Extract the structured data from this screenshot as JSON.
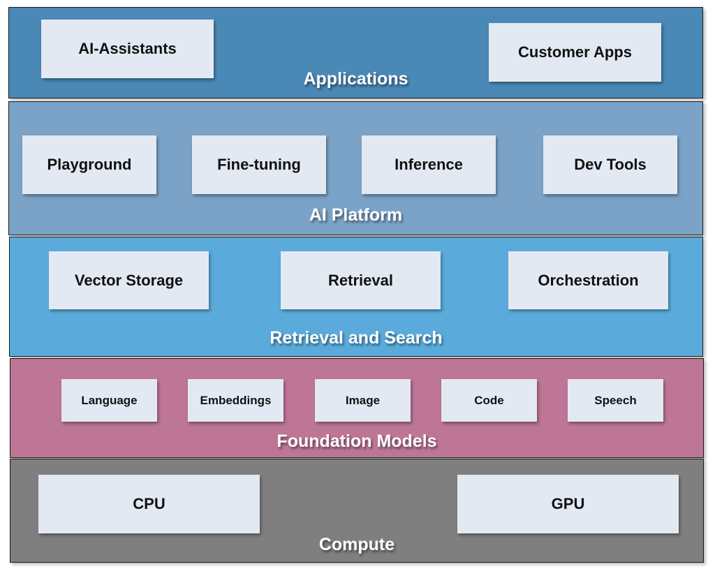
{
  "diagram": {
    "layers": [
      {
        "id": "applications",
        "title": "Applications",
        "color": "#4a88b6",
        "components": [
          "AI-Assistants",
          "Customer Apps"
        ]
      },
      {
        "id": "ai-platform",
        "title": "AI Platform",
        "color": "#7ba3c7",
        "components": [
          "Playground",
          "Fine-tuning",
          "Inference",
          "Dev Tools"
        ]
      },
      {
        "id": "retrieval-and-search",
        "title": "Retrieval and Search",
        "color": "#5aabdc",
        "components": [
          "Vector Storage",
          "Retrieval",
          "Orchestration"
        ]
      },
      {
        "id": "foundation-models",
        "title": "Foundation Models",
        "color": "#bd7695",
        "components": [
          "Language",
          "Embeddings",
          "Image",
          "Code",
          "Speech"
        ]
      },
      {
        "id": "compute",
        "title": "Compute",
        "color": "#7f7f7f",
        "components": [
          "CPU",
          "GPU"
        ]
      }
    ],
    "component_box_color": "#e3e9f3"
  }
}
